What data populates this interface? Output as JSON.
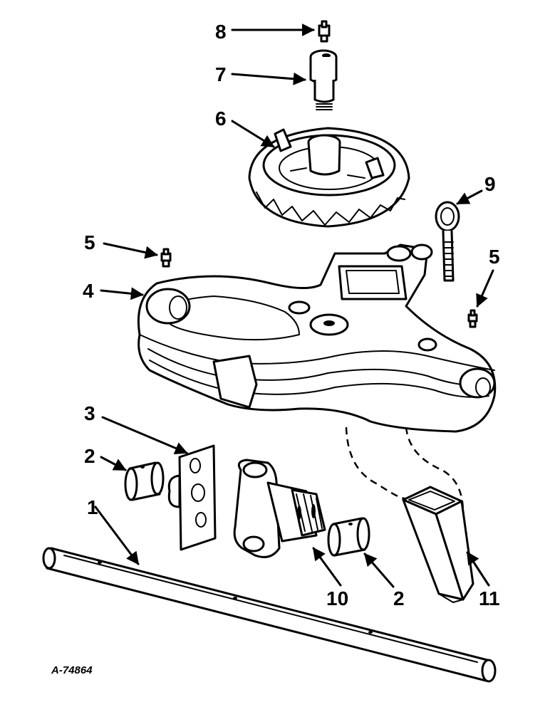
{
  "figure_code": "A-74864",
  "callouts": {
    "c1": "1",
    "c2a": "2",
    "c2b": "2",
    "c3": "3",
    "c4": "4",
    "c5a": "5",
    "c5b": "5",
    "c6": "6",
    "c7": "7",
    "c8": "8",
    "c9": "9",
    "c10": "10",
    "c11": "11"
  }
}
